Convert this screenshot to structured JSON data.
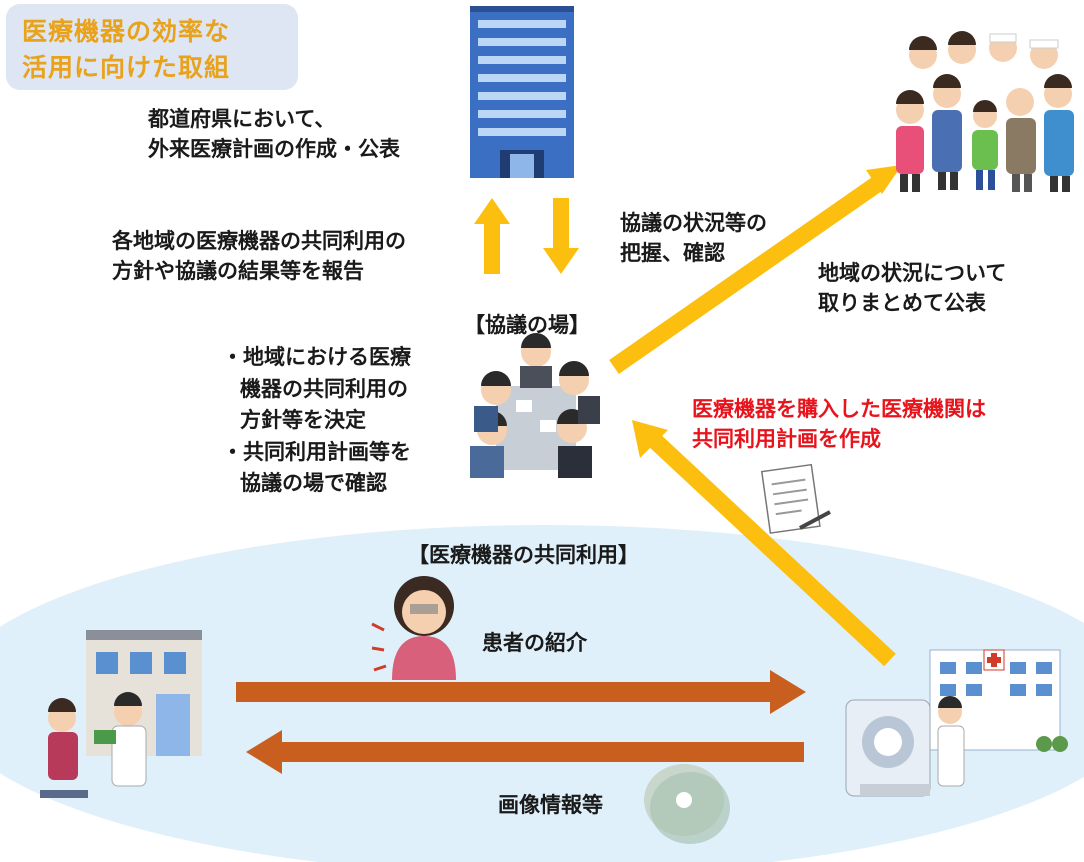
{
  "title": {
    "line1": "医療機器の効率な",
    "line2": "活用に向けた取組"
  },
  "prefecture_text": {
    "line1": "都道府県において、",
    "line2": "外来医療計画の作成・公表"
  },
  "report_text": {
    "line1": "各地域の医療機器の共同利用の",
    "line2": "方針や協議の結果等を報告"
  },
  "confirm_text": {
    "line1": "協議の状況等の",
    "line2": "把握、確認"
  },
  "publish_text": {
    "line1": "地域の状況について",
    "line2": "取りまとめて公表"
  },
  "forum_label": "【協議の場】",
  "forum_bullets": {
    "b1_line1": "・地域における医療",
    "b1_line2": "機器の共同利用の",
    "b1_line3": "方針等を決定",
    "b2_line1": "・共同利用計画等を",
    "b2_line2": "協議の場で確認"
  },
  "purchase_text": {
    "line1": "医療機器を購入した医療機関は",
    "line2": "共同利用計画を作成"
  },
  "shared_use_label": "【医療機器の共同利用】",
  "referral_label": "患者の紹介",
  "image_info_label": "画像情報等",
  "colors": {
    "arrow_yellow": "#fcbf0f",
    "arrow_orange": "#c85f1e",
    "ellipse": "#dff0fa",
    "title_bg": "#dde6f2",
    "title_text": "#e8a21b",
    "red_text": "#e8141c"
  }
}
